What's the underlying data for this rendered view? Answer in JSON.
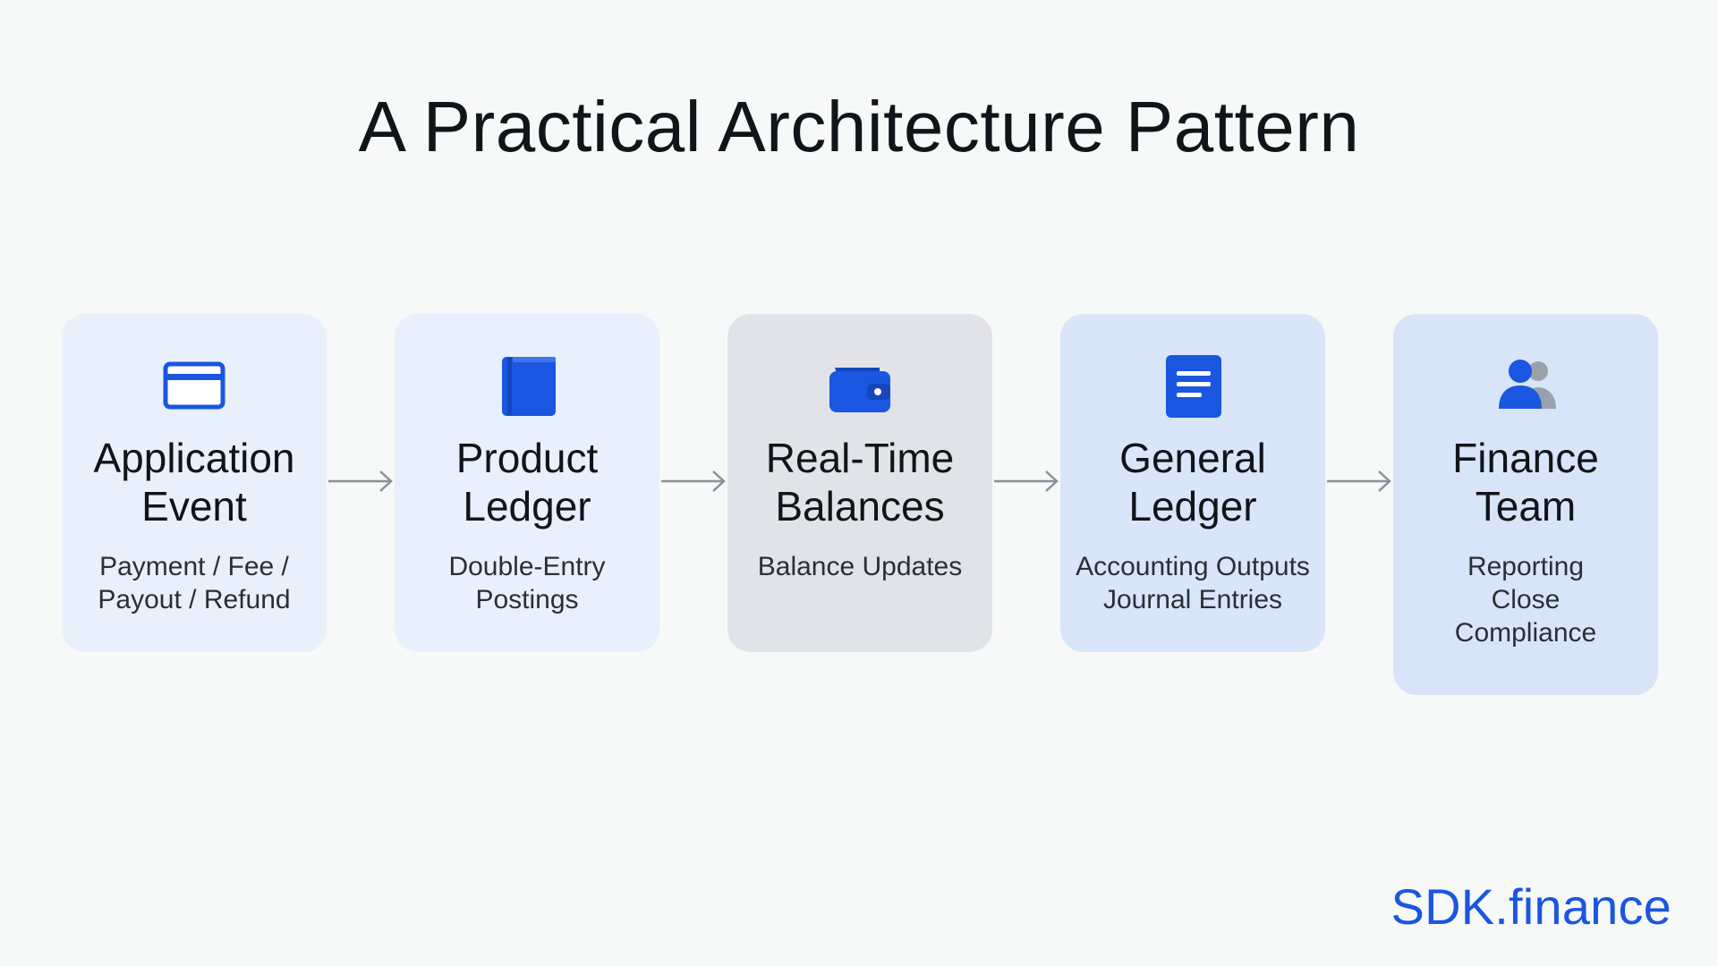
{
  "title": "A Practical Architecture Pattern",
  "accent_color": "#1a56e0",
  "steps": [
    {
      "icon": "credit-card-icon",
      "heading": "Application\nEvent",
      "sub": "Payment / Fee /\nPayout / Refund"
    },
    {
      "icon": "book-icon",
      "heading": "Product\nLedger",
      "sub": "Double-Entry\nPostings"
    },
    {
      "icon": "wallet-icon",
      "heading": "Real-Time\nBalances",
      "sub": "Balance Updates"
    },
    {
      "icon": "document-icon",
      "heading": "General\nLedger",
      "sub": "Accounting Outputs\nJournal Entries"
    },
    {
      "icon": "users-icon",
      "heading": "Finance\nTeam",
      "sub": "Reporting\nClose\nCompliance"
    }
  ],
  "brand": "SDK.finance"
}
